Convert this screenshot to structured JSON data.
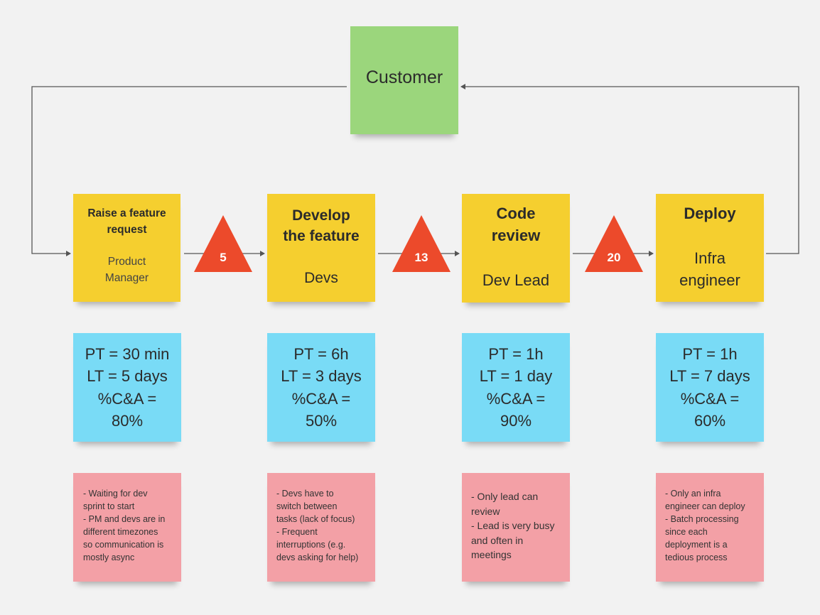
{
  "customer": {
    "label": "Customer"
  },
  "steps": [
    {
      "title_lines": [
        "Raise a feature",
        "request"
      ],
      "role_lines": [
        "Product",
        "Manager"
      ],
      "metrics": [
        "PT = 30 min",
        "LT = 5 days",
        "%C&A =",
        "80%"
      ],
      "problems": [
        "- Waiting for dev",
        "sprint to start",
        "- PM and devs are in",
        "different timezones",
        "so communication is",
        "mostly async"
      ]
    },
    {
      "title_lines": [
        "Develop",
        "the feature"
      ],
      "role_lines": [
        "Devs"
      ],
      "metrics": [
        "PT = 6h",
        "LT = 3 days",
        "%C&A =",
        "50%"
      ],
      "problems": [
        "- Devs have to",
        "switch between",
        "tasks (lack of focus)",
        "- Frequent",
        "interruptions (e.g.",
        "devs asking for help)"
      ]
    },
    {
      "title_lines": [
        "Code",
        "review"
      ],
      "role_lines": [
        "Dev Lead"
      ],
      "metrics": [
        "PT = 1h",
        "LT = 1 day",
        "%C&A =",
        "90%"
      ],
      "problems": [
        "- Only lead can",
        "review",
        "- Lead is very busy",
        "and often in",
        "meetings"
      ]
    },
    {
      "title_lines": [
        "Deploy"
      ],
      "role_lines": [
        "Infra",
        "engineer"
      ],
      "metrics": [
        "PT = 1h",
        "LT = 7 days",
        "%C&A =",
        "60%"
      ],
      "problems": [
        "- Only an infra",
        "engineer can deploy",
        "- Batch processing",
        "since each",
        "deployment is a",
        "tedious process"
      ]
    }
  ],
  "inventory": [
    {
      "value": "5"
    },
    {
      "value": "13"
    },
    {
      "value": "20"
    }
  ],
  "colors": {
    "background": "#f2f2f2",
    "step_note": "#f5cf2f",
    "metric_note": "#79dbf6",
    "problem_note": "#f3a0a6",
    "customer_note": "#9bd67c",
    "inventory_triangle": "#ec4a2b",
    "connector": "#555555"
  }
}
